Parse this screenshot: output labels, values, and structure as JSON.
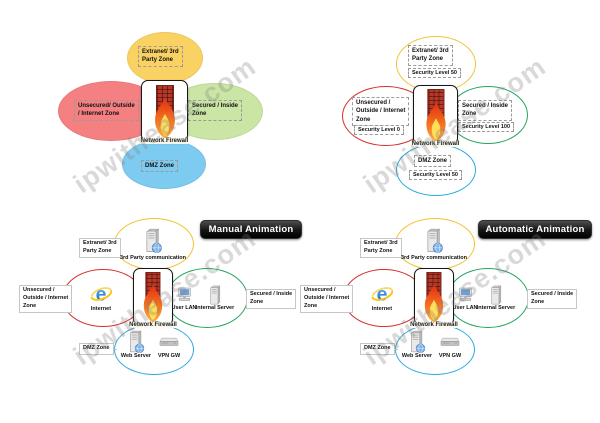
{
  "watermark": "ipwithease.com",
  "firewall_label": "Network Firewall",
  "colors": {
    "extranet_fill": "#FAD264",
    "unsecured_fill": "#F58082",
    "secured_fill": "#CBE5A5",
    "dmz_fill": "#7DCBF0",
    "extranet_stroke": "#F0C430",
    "unsecured_stroke": "#D62E2E",
    "secured_stroke": "#25A45F",
    "dmz_stroke": "#2CA9E1",
    "title_pill_bg": "#000000",
    "flame_orange": "#F4711F"
  },
  "overview": {
    "extranet_zone": "Extranet/ 3rd\nParty Zone",
    "unsecured_zone": "Unsecured/ Outside\n/ Internet Zone",
    "secured_zone": "Secured / Inside\nZone",
    "dmz_zone": "DMZ Zone"
  },
  "security_levels": {
    "extranet_zone": "Extranet/ 3rd\nParty Zone",
    "extranet_level": "Security Level 50",
    "unsecured_zone": "Unsecured /\nOutside / Internet\nZone",
    "unsecured_level": "Security Level 0",
    "secured_zone": "Secured / Inside\nZone",
    "secured_level": "Security Level 100",
    "dmz_zone": "DMZ Zone",
    "dmz_level": "Security Level 50"
  },
  "animation": {
    "manual_title": "Manual Animation",
    "automatic_title": "Automatic Animation",
    "extranet_zone": "Extranet/ 3rd\nParty Zone",
    "unsecured_zone": "Unsecured /\nOutside / Internet\nZone",
    "secured_zone": "Secured / Inside\nZone",
    "dmz_zone": "DMZ Zone",
    "third_party_label": "3rd Party communication",
    "internet_label": "Internet",
    "user_lan_label": "User LAN",
    "internal_server_label": "Internal Server",
    "web_server_label": "Web Server",
    "vpn_gw_label": "VPN GW"
  }
}
